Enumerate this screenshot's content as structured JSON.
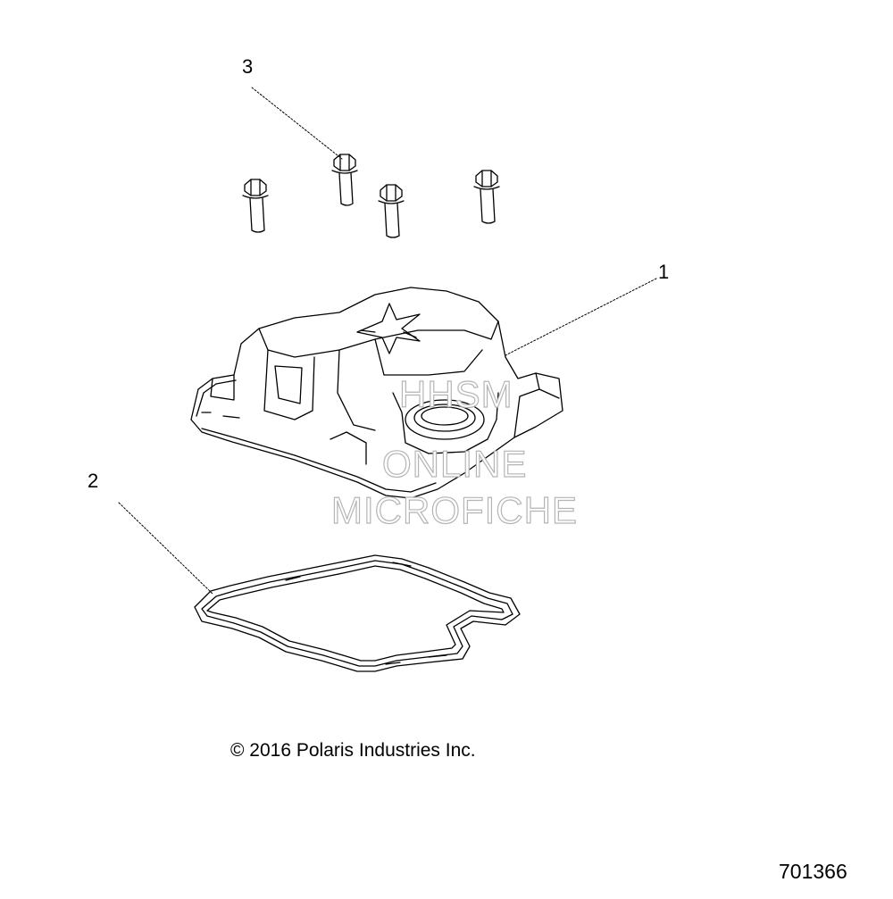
{
  "callouts": {
    "part_1": "1",
    "part_2": "2",
    "part_3": "3"
  },
  "watermark": {
    "line1": "HHSM",
    "line2": "ONLINE",
    "line3": "MICROFICHE"
  },
  "copyright": "© 2016 Polaris Industries Inc.",
  "drawing_number": "701366",
  "colors": {
    "line": "#000000",
    "watermark": "#b5b5b5",
    "background": "#ffffff"
  }
}
